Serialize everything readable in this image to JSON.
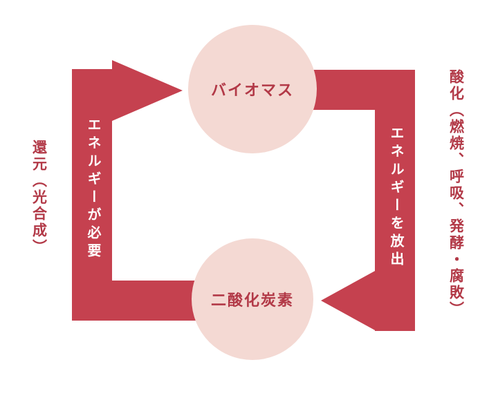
{
  "diagram": {
    "title_hidden": "",
    "nodes": {
      "top": "バイオマス",
      "bottom": "二酸化炭素"
    },
    "arrows": {
      "up_label": "エネルギーが必要",
      "down_label": "エネルギーを放出"
    },
    "side_labels": {
      "left": "還元（光合成）",
      "right": "酸化（燃焼、呼吸、発酵・腐敗）"
    },
    "colors": {
      "arrow": "#c5414f",
      "label_text": "#b23947",
      "node_fill": "#f4d9d3",
      "node_text": "#b23947",
      "arrow_text": "#ffffff",
      "background": "#ffffff"
    }
  }
}
